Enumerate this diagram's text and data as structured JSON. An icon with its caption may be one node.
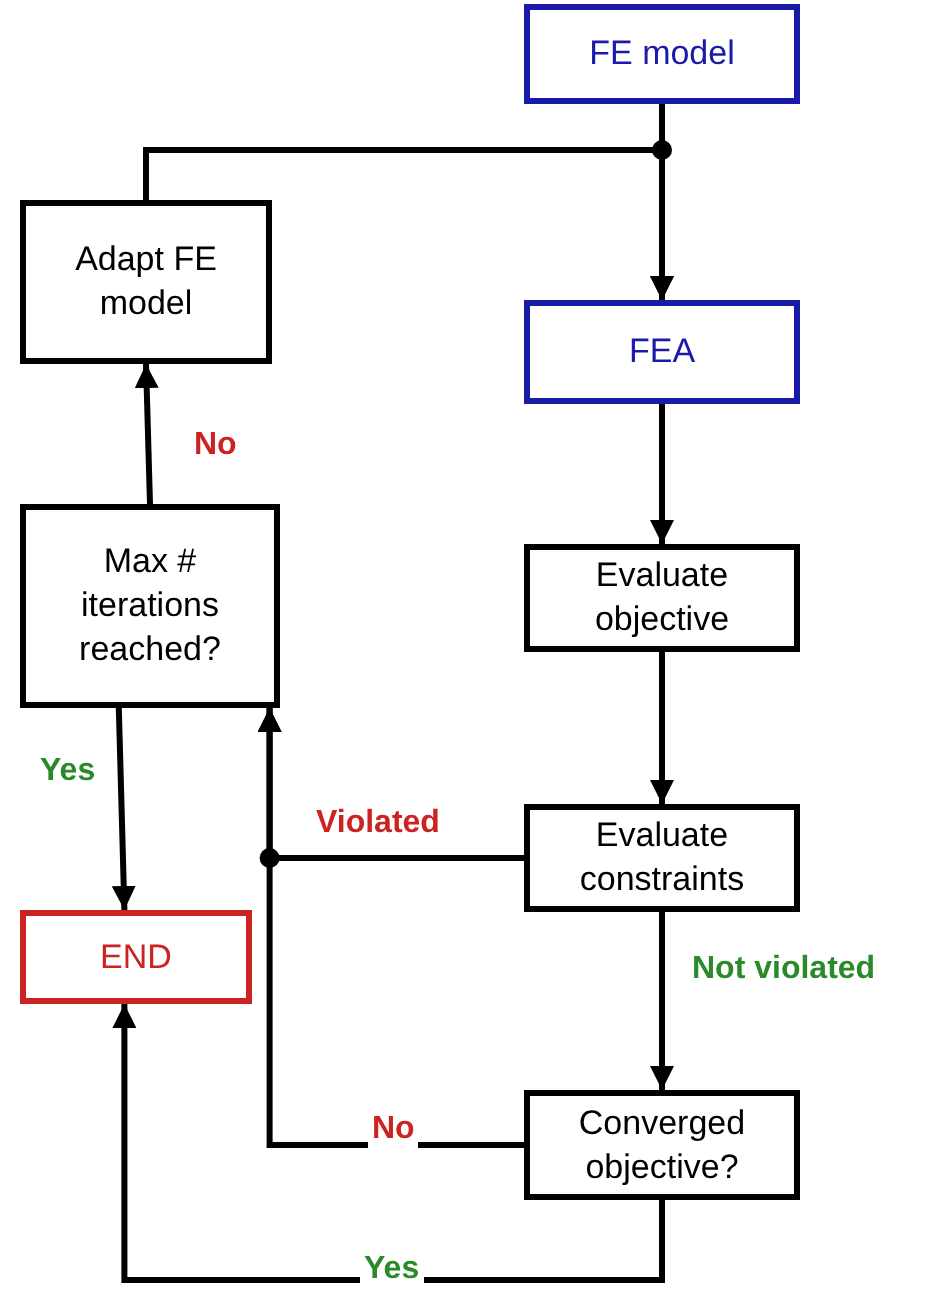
{
  "diagram": {
    "nodes": [
      {
        "text": [
          "FE model"
        ]
      },
      {
        "text": [
          "FEA"
        ]
      },
      {
        "text": [
          "Evaluate objective"
        ]
      },
      {
        "text": [
          "Evaluate constraints"
        ]
      },
      {
        "text": [
          "Converged objective?"
        ]
      },
      {
        "text": [
          "Adapt FE model"
        ]
      },
      {
        "text": [
          "Max # iterations reached?"
        ]
      },
      {
        "text": [
          "END"
        ]
      }
    ],
    "edges": [
      {
        "from": 0,
        "to": 1,
        "arrow": "to"
      },
      {
        "from": 5,
        "to": 1,
        "arrow": "to"
      },
      {
        "from": 6,
        "to": 5,
        "arrow": "to",
        "label": "No"
      },
      {
        "from": 1,
        "to": 2,
        "arrow": "to"
      },
      {
        "from": 2,
        "to": 3,
        "arrow": "to"
      },
      {
        "from": 3,
        "to": 6,
        "arrow": "to",
        "label": "Violated"
      },
      {
        "from": 3,
        "to": 4,
        "arrow": "to",
        "label": "Not violated"
      },
      {
        "from": 4,
        "to": 6,
        "arrow": "to",
        "label": "No"
      },
      {
        "from": 6,
        "to": 7,
        "arrow": "to",
        "label": "Yes"
      },
      {
        "from": 4,
        "to": 7,
        "arrow": "to",
        "label": "Yes"
      }
    ]
  }
}
